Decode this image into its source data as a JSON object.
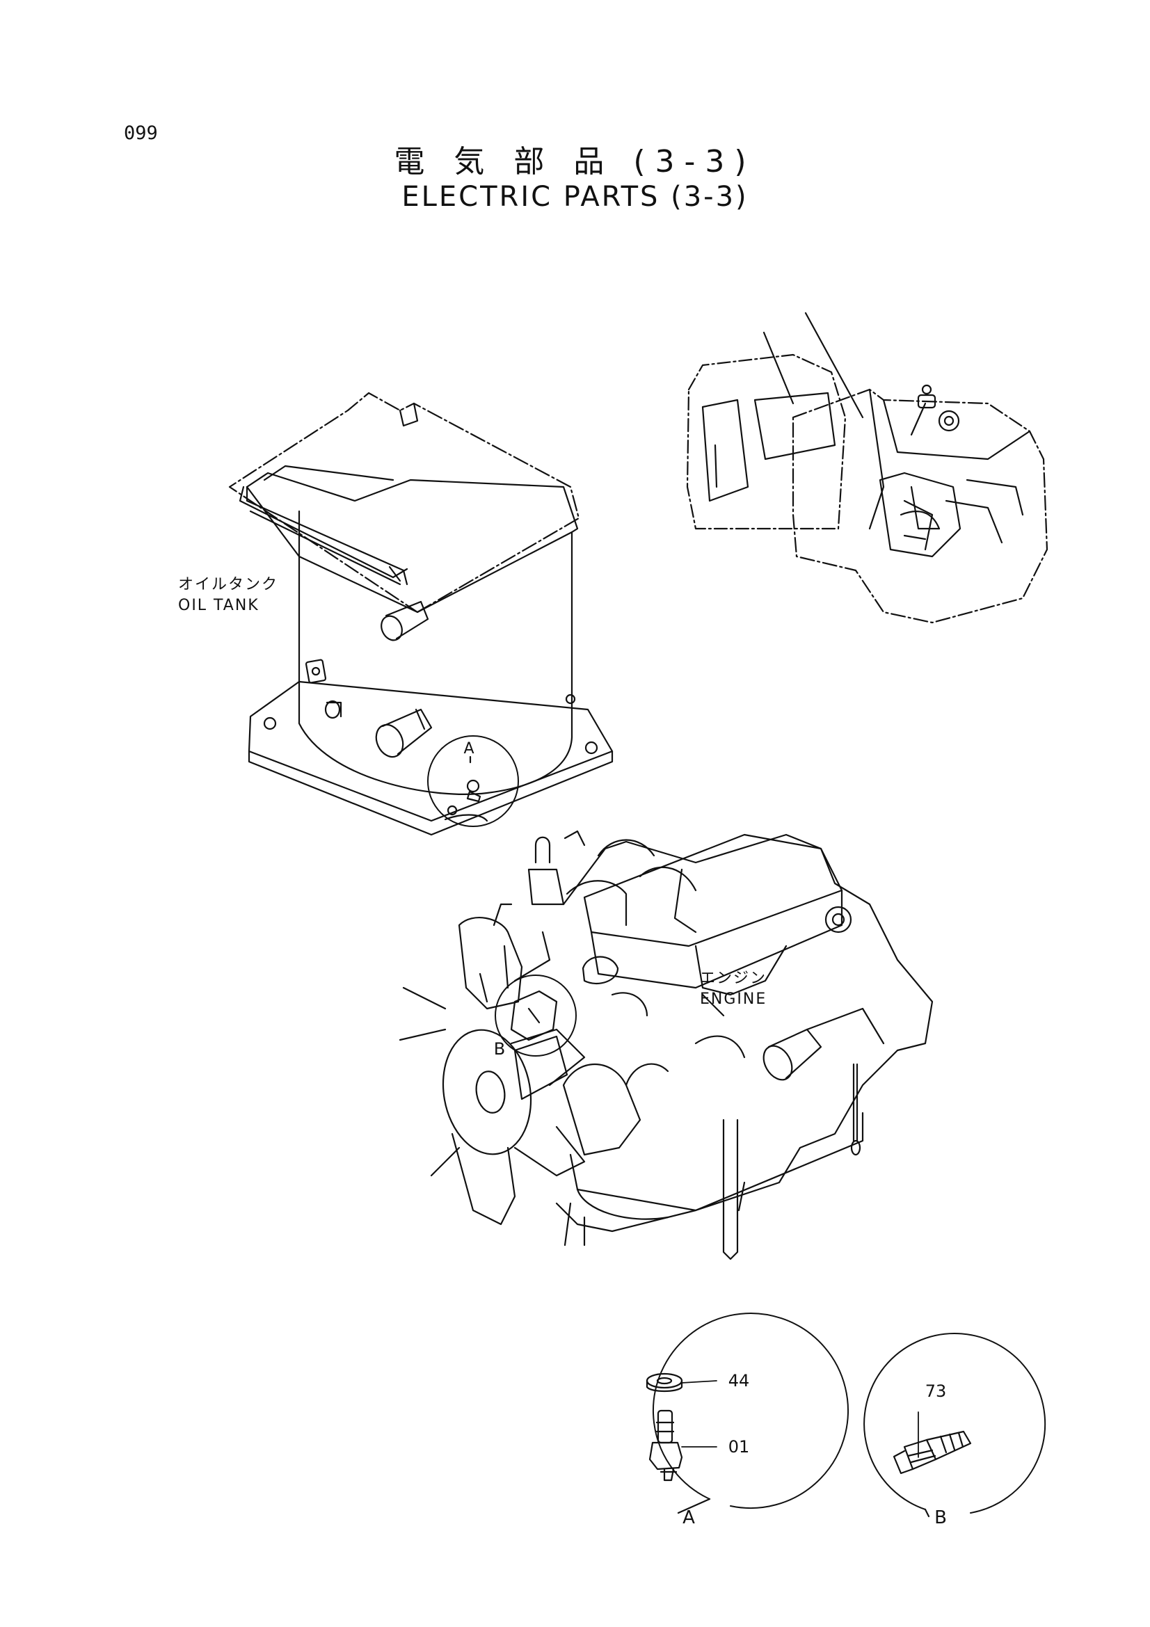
{
  "page_number": "099",
  "title": {
    "japanese": "電 気 部 品 (3-3)",
    "english": "ELECTRIC PARTS (3-3)"
  },
  "labels": {
    "oil_tank_jp": "オイルタンク",
    "oil_tank_en": "OIL TANK",
    "engine_jp": "エンジン",
    "engine_en": "ENGINE"
  },
  "callouts": {
    "tank_detail": "A",
    "engine_detail": "B"
  },
  "detail_a": {
    "label": "A",
    "parts": [
      "44",
      "01"
    ]
  },
  "detail_b": {
    "label": "B",
    "parts": [
      "73"
    ]
  }
}
